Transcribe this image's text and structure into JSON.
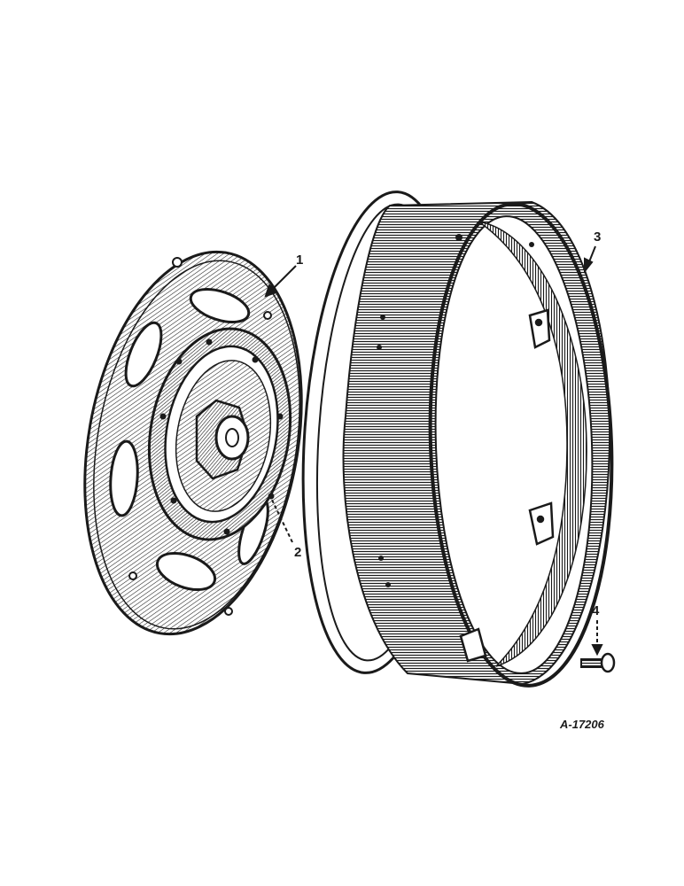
{
  "callouts": {
    "c1": "1",
    "c2": "2",
    "c3": "3",
    "c4": "4"
  },
  "figure_id": "A-17206",
  "colors": {
    "ink": "#1a1a1a",
    "paper": "#ffffff"
  }
}
